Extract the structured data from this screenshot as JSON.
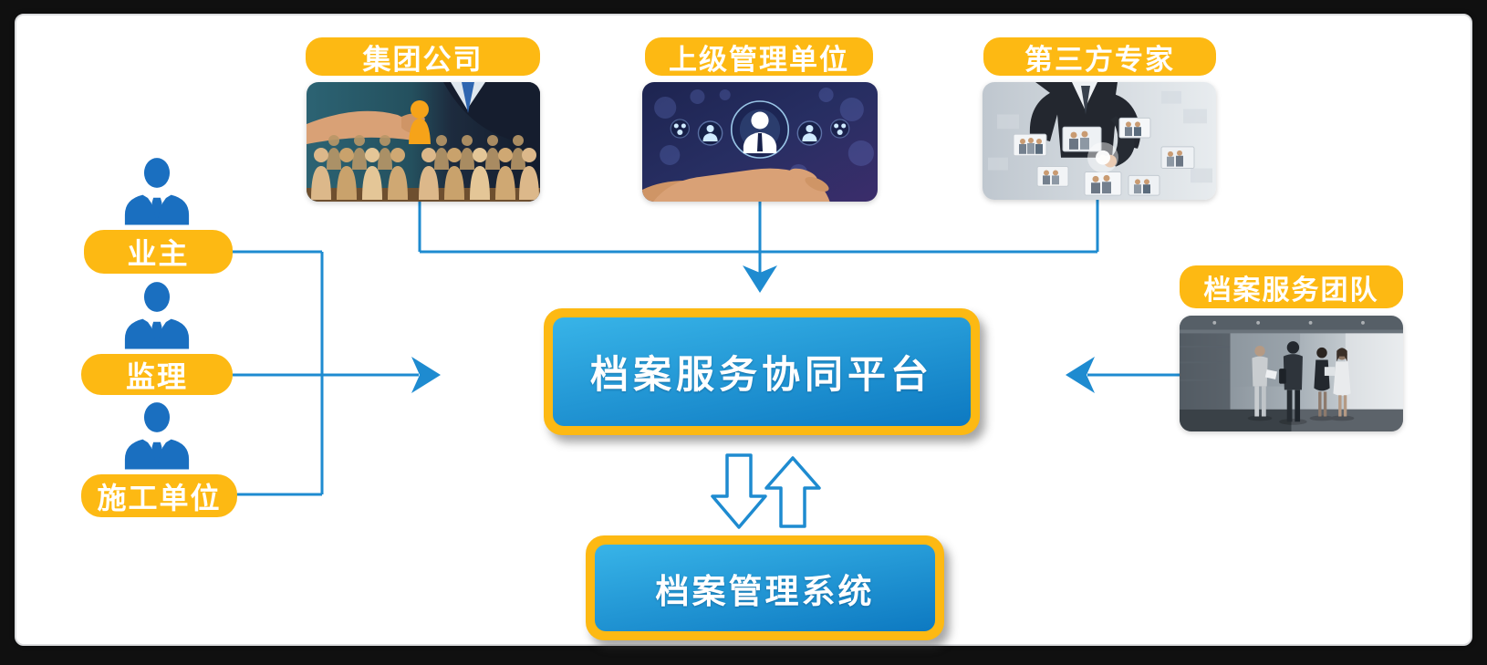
{
  "diagram": {
    "top_sources": [
      {
        "label": "集团公司"
      },
      {
        "label": "上级管理单位"
      },
      {
        "label": "第三方专家"
      }
    ],
    "left_roles": [
      {
        "label": "业主"
      },
      {
        "label": "监理"
      },
      {
        "label": "施工单位"
      }
    ],
    "right_team": {
      "label": "档案服务团队"
    },
    "platform_label": "档案服务协同平台",
    "system_label": "档案管理系统"
  },
  "colors": {
    "accent_yellow": "#FDB913",
    "line_blue": "#1E8BD0",
    "person_icon_blue": "#1A6FC0",
    "box_gradient_top": "#38B4E8",
    "box_gradient_bottom": "#0D79C1",
    "label_text": "#FFFFFF",
    "frame_black": "#101010",
    "card_border": "#DCDDDF"
  }
}
